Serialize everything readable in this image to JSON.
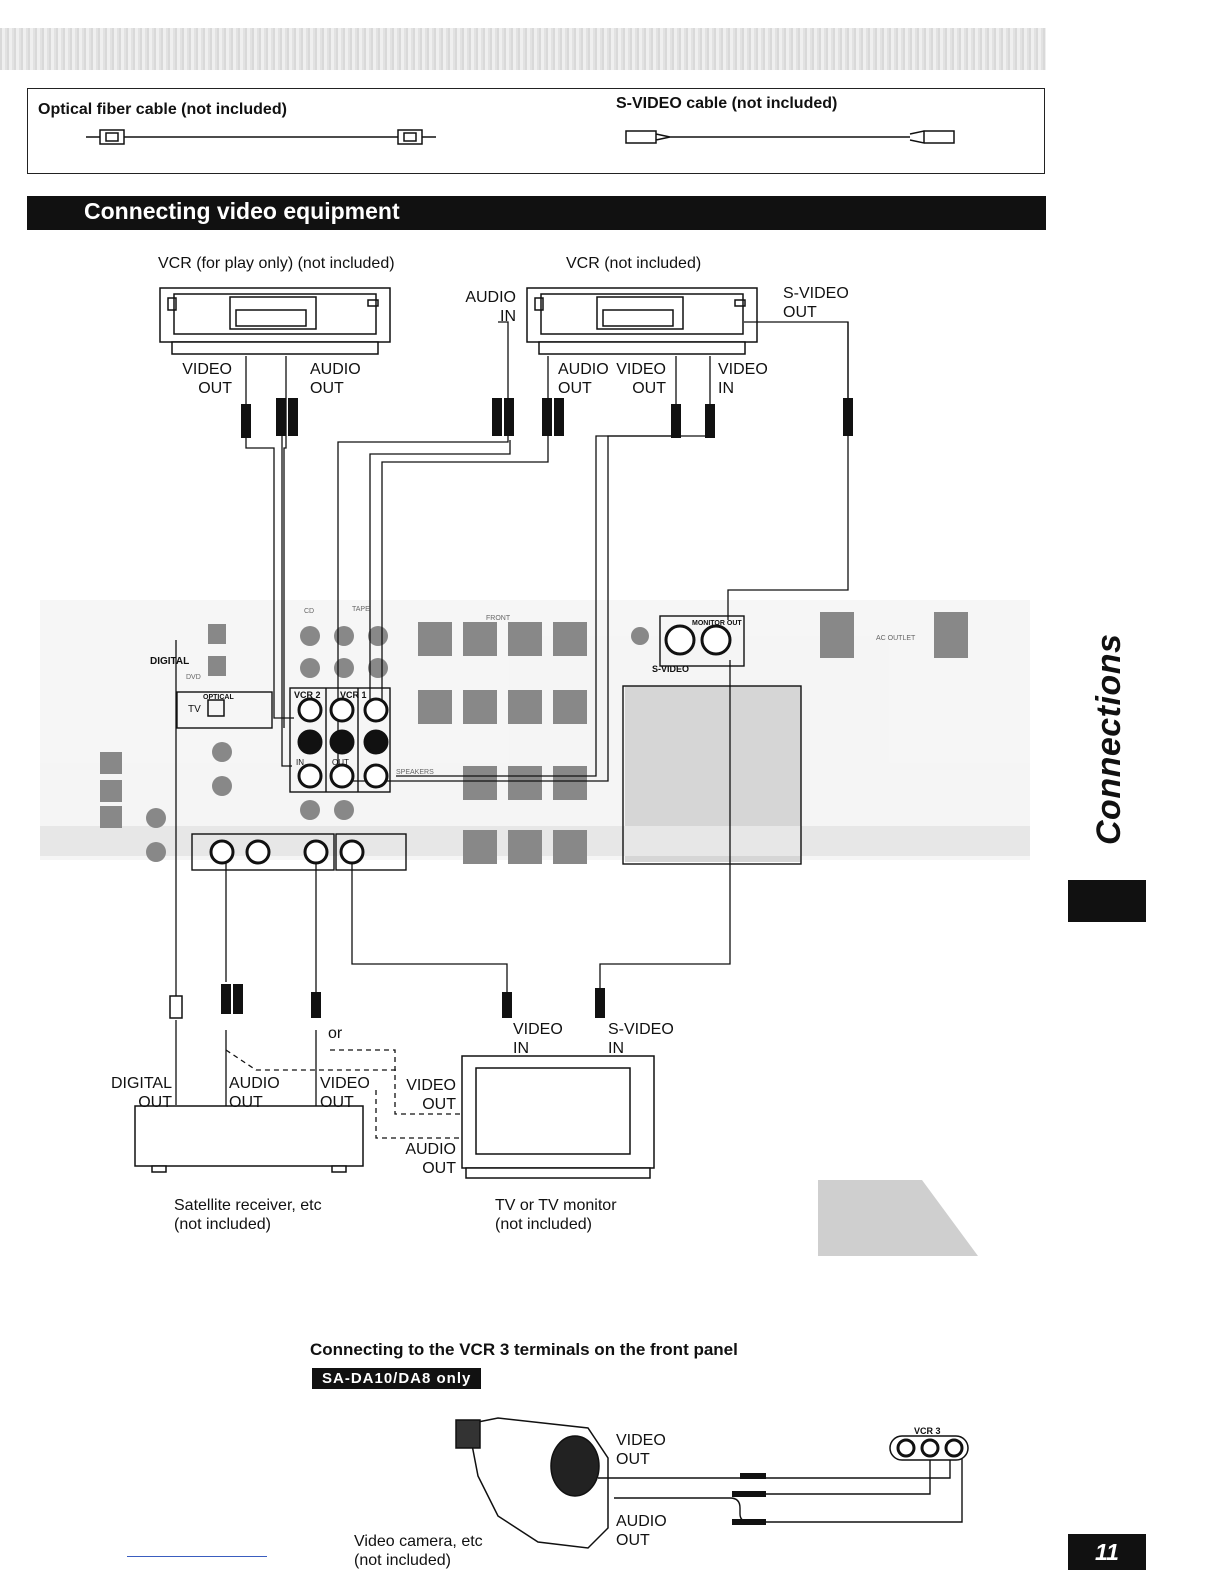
{
  "cables": {
    "optical_title": "Optical fiber cable (not included)",
    "svideo_title": "S-VIDEO cable (not included)"
  },
  "section": {
    "title": "Connecting video equipment"
  },
  "devices": {
    "vcr1_caption": "VCR (for play only) (not included)",
    "vcr2_caption": "VCR (not included)",
    "satellite_caption_1": "Satellite receiver, etc",
    "satellite_caption_2": "(not included)",
    "tv_caption_1": "TV or TV monitor",
    "tv_caption_2": "(not included)"
  },
  "labels": {
    "vcr1_video_out": [
      "VIDEO",
      "OUT"
    ],
    "vcr1_audio_out": [
      "AUDIO",
      "OUT"
    ],
    "vcr2_audio_in": [
      "AUDIO",
      "IN"
    ],
    "vcr2_audio_out": [
      "AUDIO",
      "OUT"
    ],
    "vcr2_video_out": [
      "VIDEO",
      "OUT"
    ],
    "vcr2_video_in": [
      "VIDEO",
      "IN"
    ],
    "vcr2_svideo_out": [
      "S-VIDEO",
      "OUT"
    ],
    "tv_video_in": [
      "VIDEO",
      "IN"
    ],
    "tv_svideo_in": [
      "S-VIDEO",
      "IN"
    ],
    "tv_video_out": [
      "VIDEO",
      "OUT"
    ],
    "tv_audio_out": [
      "AUDIO",
      "OUT"
    ],
    "sat_digital_out": [
      "DIGITAL",
      "OUT"
    ],
    "sat_audio_out": [
      "AUDIO",
      "OUT"
    ],
    "sat_video_out": [
      "VIDEO",
      "OUT"
    ],
    "or": "or"
  },
  "panel": {
    "digital": "DIGITAL",
    "optical": "OPTICAL",
    "tv": "TV",
    "vcr1": "VCR 1",
    "vcr2": "VCR 2",
    "in": "IN",
    "out": "OUT",
    "monitor_out": "MONITOR OUT",
    "svideo": "S-VIDEO",
    "tape": "TAPE",
    "cd": "CD",
    "dvd": "DVD",
    "front": "FRONT",
    "speakers": "SPEAKERS",
    "ac_outlet": "AC OUTLET"
  },
  "side": {
    "tab_text": "Connections"
  },
  "front_panel": {
    "title": "Connecting to the VCR 3 terminals on the front panel",
    "badge": "SA-DA10/DA8 only",
    "video_out": [
      "VIDEO",
      "OUT"
    ],
    "audio_out": [
      "AUDIO",
      "OUT"
    ],
    "camera_caption_1": "Video camera, etc",
    "camera_caption_2": "(not included)",
    "vcr3": "VCR 3"
  },
  "page_number": "11"
}
